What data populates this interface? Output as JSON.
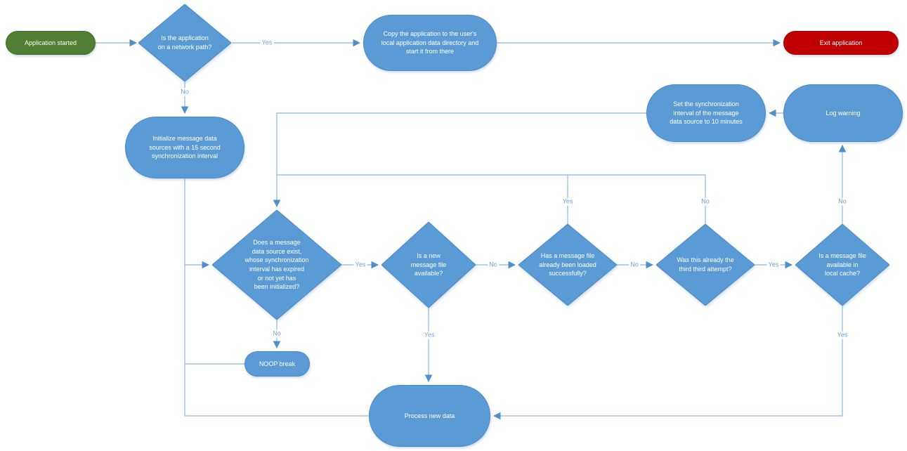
{
  "diagram_title": "Application startup and message data synchronization flowchart",
  "colors": {
    "process_fill": "#5b9bd5",
    "process_border": "#4a89c7",
    "start_fill": "#507e32",
    "terminator_fill": "#c00000",
    "connector_line": "#8fb5e2",
    "arrowhead": "#4f8fcc",
    "edge_label_text": "#6fa0d6"
  },
  "nodes": {
    "start": {
      "label": "Application started"
    },
    "q_network": {
      "label": "Is the application\non a network path?"
    },
    "copy_app": {
      "label": "Copy the application to the user's\nlocal application data directory and\nstart it from there"
    },
    "exit_app": {
      "label": "Exit application"
    },
    "init_sources": {
      "label": "Initialize message data\nsources with a 15 second\nsynchronization interval"
    },
    "q_source_exist": {
      "label": "Does a message\ndata source exist,\nwhose synchronization\ninterval has expired\nor not yet has\nbeen initialized?"
    },
    "q_new_file": {
      "label": "Is a new\nmessage file\navailable?"
    },
    "q_loaded": {
      "label": "Has a message file\nalready been loaded\nsuccessfully?"
    },
    "q_third_attempt": {
      "label": "Was this already the\nthird third attempt?"
    },
    "q_local_cache": {
      "label": "Is a message file\navailable in\nlocal cache?"
    },
    "set_interval": {
      "label": "Set the synchronization\ninterval of the message\ndata source to 10 minutes"
    },
    "log_warning": {
      "label": "Log warning"
    },
    "noop_break": {
      "label": "NOOP break"
    },
    "process_new_data": {
      "label": "Process new data"
    }
  },
  "edge_labels": {
    "network_yes": "Yes",
    "network_no": "No",
    "exist_yes": "Yes",
    "exist_no": "No",
    "newfile_no": "No",
    "newfile_yes": "Yes",
    "loaded_yes": "Yes",
    "loaded_no": "No",
    "third_no": "No",
    "third_yes": "Yes",
    "cache_no": "No",
    "cache_yes": "Yes"
  }
}
